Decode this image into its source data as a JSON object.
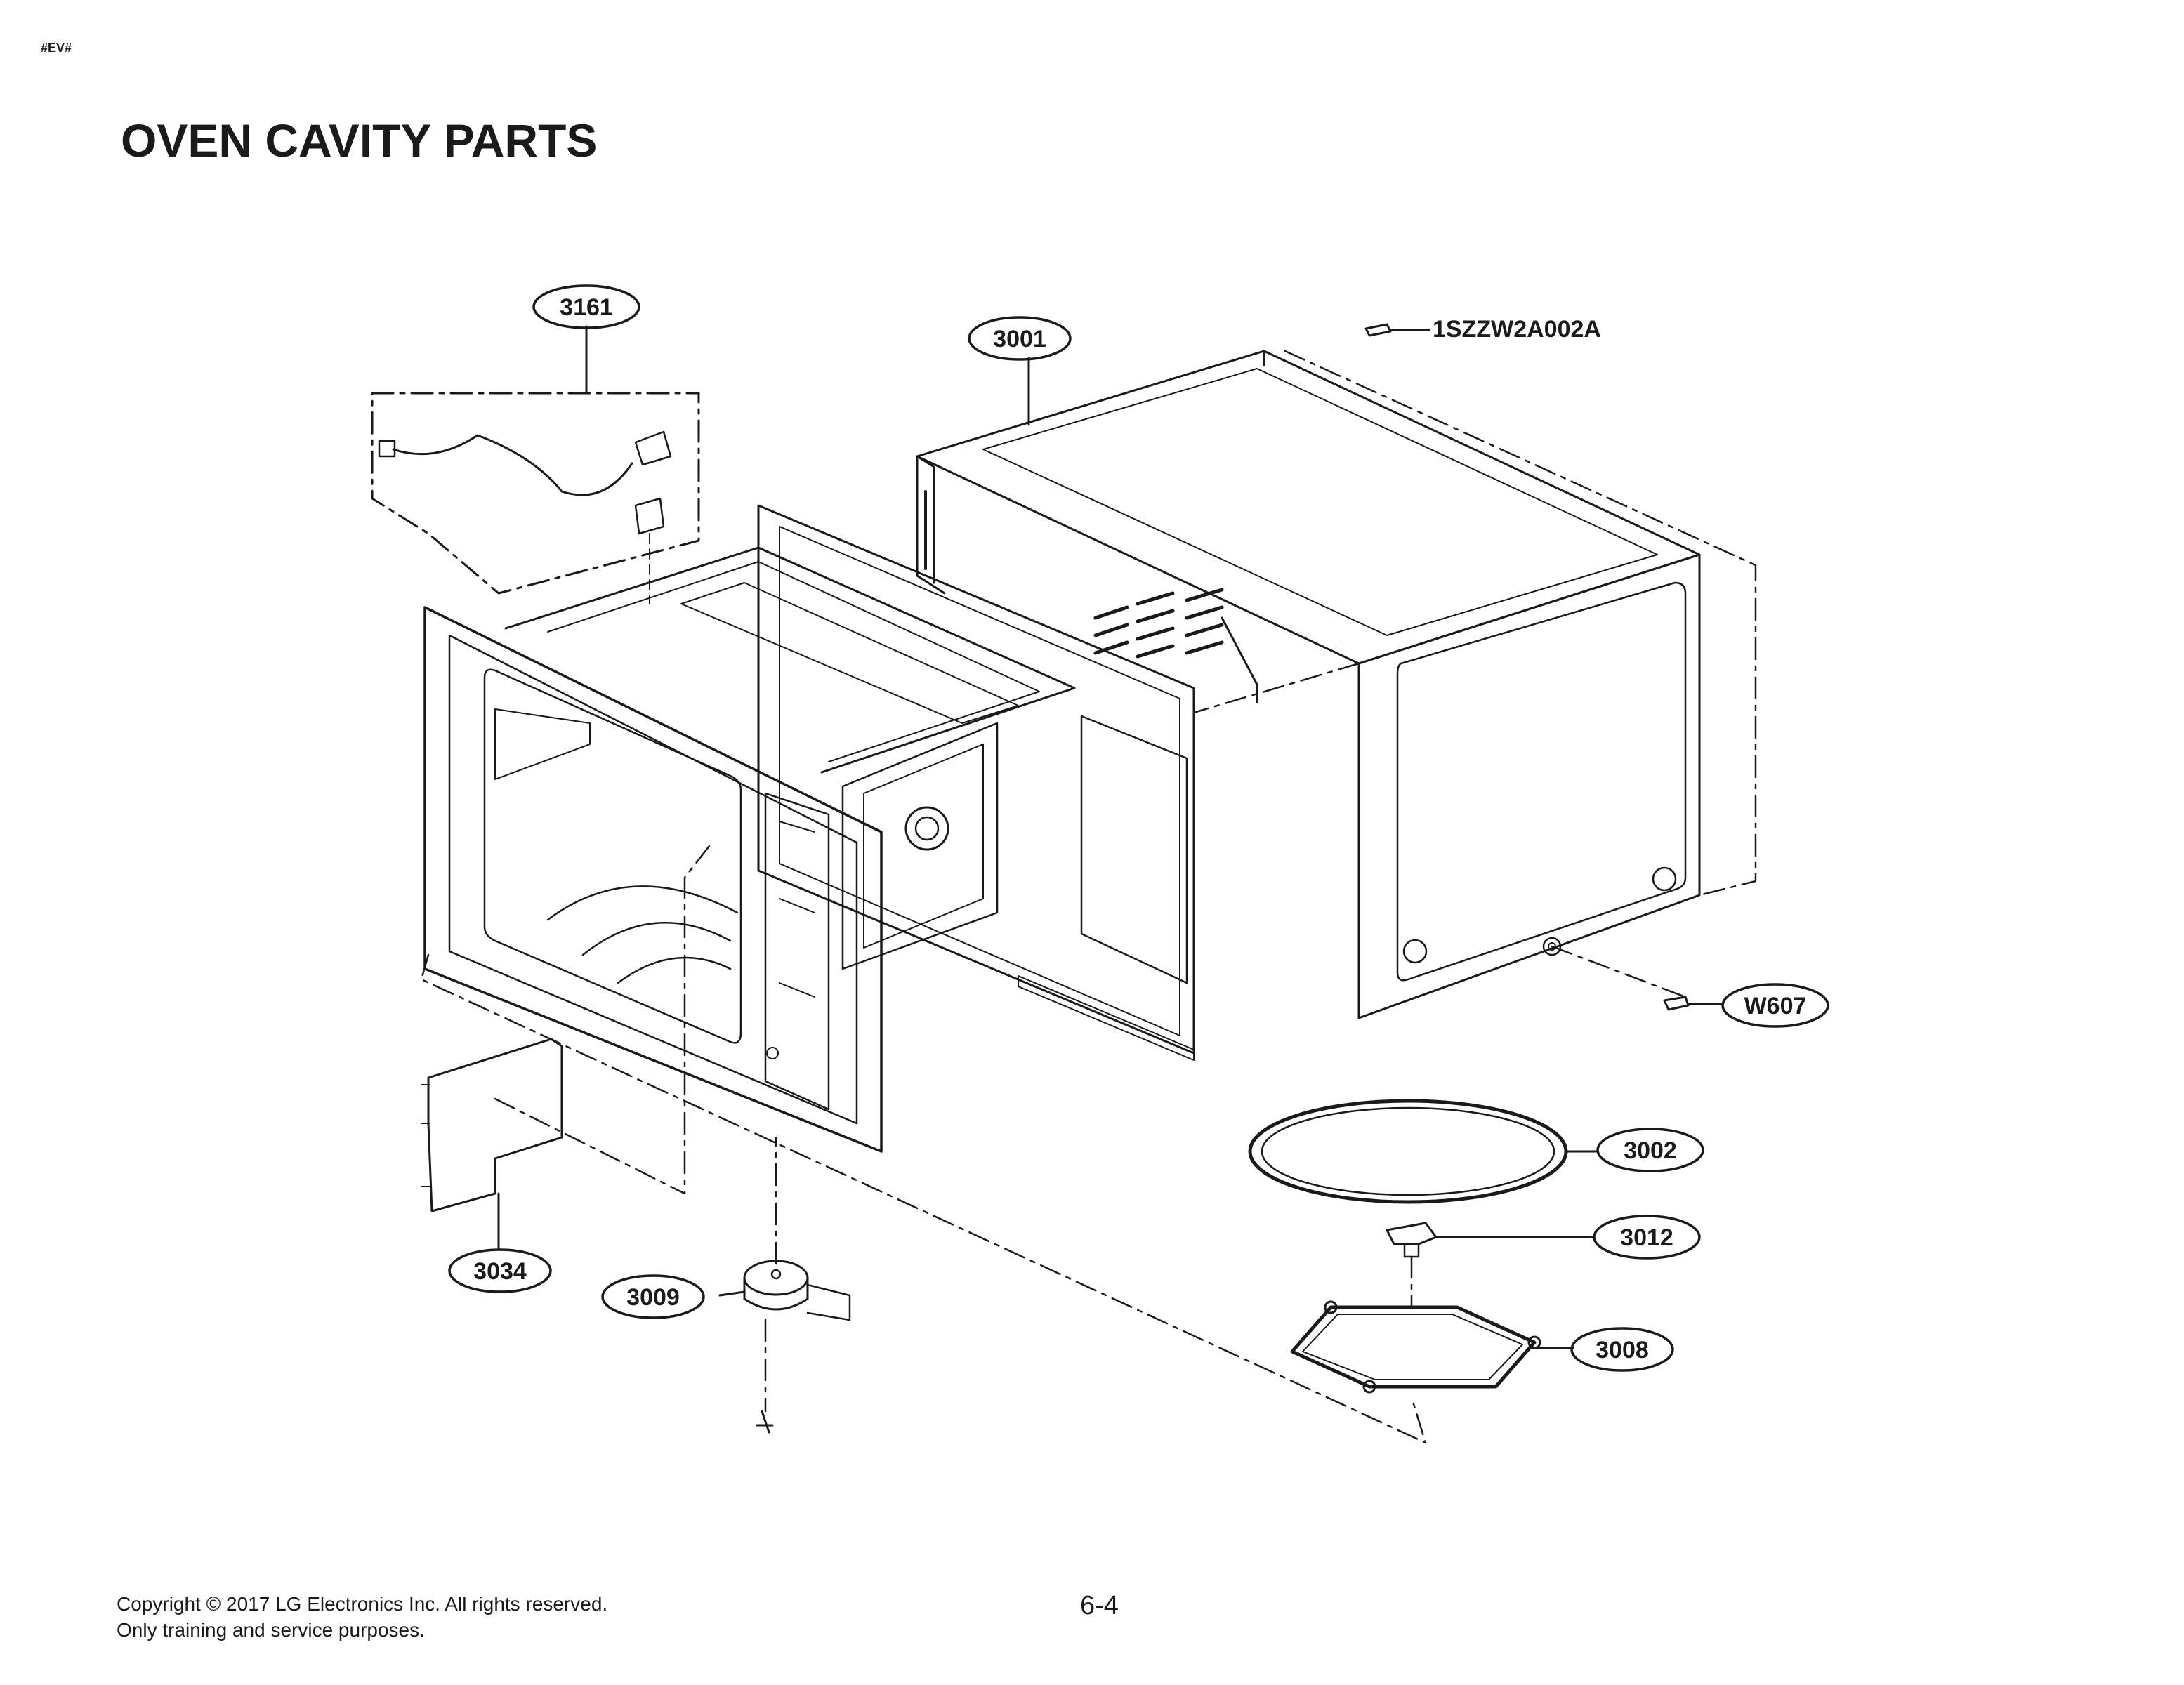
{
  "header": {
    "tag": "#EV#",
    "title": "OVEN CAVITY PARTS"
  },
  "footer": {
    "copyright_line1": "Copyright © 2017 LG Electronics Inc. All rights reserved.",
    "copyright_line2": "Only training and service purposes.",
    "page_number": "6-4"
  },
  "parts": {
    "p3161": "3161",
    "p3001": "3001",
    "screw_top": "1SZZW2A002A",
    "w607": "W607",
    "p3002": "3002",
    "p3012": "3012",
    "p3008": "3008",
    "p3034": "3034",
    "p3009": "3009"
  }
}
